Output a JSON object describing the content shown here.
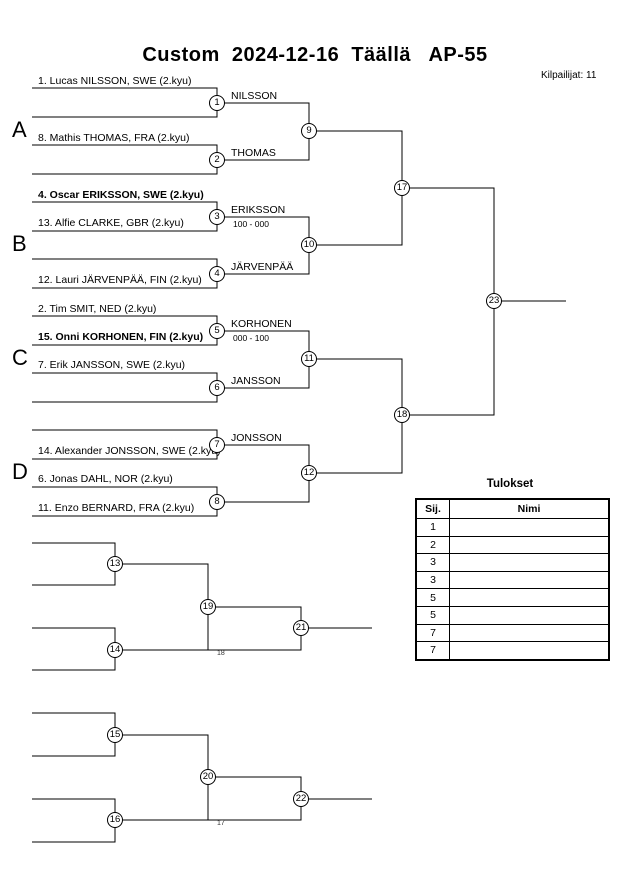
{
  "header": {
    "title": "Custom  2024-12-16  Täällä   AP-55",
    "count": "Kilpailijat: 11"
  },
  "pools": [
    "A",
    "B",
    "C",
    "D"
  ],
  "entrants": [
    {
      "text": "1. Lucas NILSSON, SWE (2.kyu)",
      "bold": false
    },
    {
      "text": "8. Mathis THOMAS, FRA (2.kyu)",
      "bold": false
    },
    {
      "text": "4. Oscar ERIKSSON, SWE (2.kyu)",
      "bold": true
    },
    {
      "text": "13. Alfie CLARKE, GBR (2.kyu)",
      "bold": false
    },
    {
      "text": "12. Lauri JÄRVENPÄÄ, FIN (2.kyu)",
      "bold": false
    },
    {
      "text": "2. Tim SMIT, NED (2.kyu)",
      "bold": false
    },
    {
      "text": "15. Onni KORHONEN, FIN (2.kyu)",
      "bold": true
    },
    {
      "text": "7. Erik JANSSON, SWE (2.kyu)",
      "bold": false
    },
    {
      "text": "14. Alexander JONSSON, SWE (2.kyu)",
      "bold": false
    },
    {
      "text": "6. Jonas DAHL, NOR (2.kyu)",
      "bold": false
    },
    {
      "text": "11. Enzo BERNARD, FRA (2.kyu)",
      "bold": false
    }
  ],
  "winners": [
    {
      "name": "NILSSON",
      "score": ""
    },
    {
      "name": "THOMAS",
      "score": ""
    },
    {
      "name": "ERIKSSON",
      "score": "100 - 000"
    },
    {
      "name": "JÄRVENPÄÄ",
      "score": ""
    },
    {
      "name": "KORHONEN",
      "score": "000 - 100"
    },
    {
      "name": "JANSSON",
      "score": ""
    },
    {
      "name": "JONSSON",
      "score": ""
    }
  ],
  "matches": [
    "1",
    "2",
    "3",
    "4",
    "5",
    "6",
    "7",
    "8",
    "9",
    "10",
    "11",
    "12",
    "13",
    "14",
    "15",
    "16",
    "17",
    "18",
    "19",
    "20",
    "21",
    "22",
    "23"
  ],
  "repechage_notes": [
    "18",
    "17"
  ],
  "results": {
    "title": "Tulokset",
    "col_rank": "Sij.",
    "col_name": "Nimi",
    "rows": [
      {
        "rank": "1",
        "name": ""
      },
      {
        "rank": "2",
        "name": ""
      },
      {
        "rank": "3",
        "name": ""
      },
      {
        "rank": "3",
        "name": ""
      },
      {
        "rank": "5",
        "name": ""
      },
      {
        "rank": "5",
        "name": ""
      },
      {
        "rank": "7",
        "name": ""
      },
      {
        "rank": "7",
        "name": ""
      }
    ]
  }
}
